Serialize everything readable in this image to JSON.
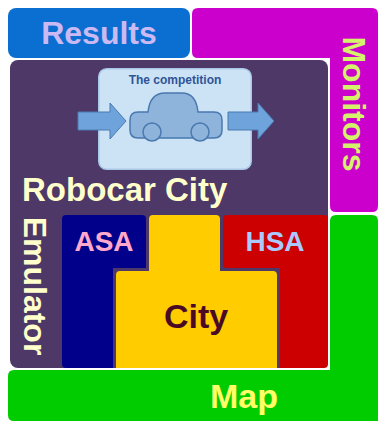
{
  "diagram": {
    "nodes": [
      {
        "text": [
          "Results"
        ]
      },
      {
        "text": [
          "Monitors"
        ]
      },
      {
        "text": [
          "Robocar City",
          "Emulator"
        ]
      },
      {
        "text": [
          "The competition"
        ],
        "in": 2
      },
      {
        "text": [
          "ASA"
        ],
        "in": 2
      },
      {
        "text": [
          "HSA"
        ],
        "in": 2
      },
      {
        "text": [
          "City"
        ],
        "in": 2
      },
      {
        "text": [
          "Map"
        ]
      }
    ]
  }
}
